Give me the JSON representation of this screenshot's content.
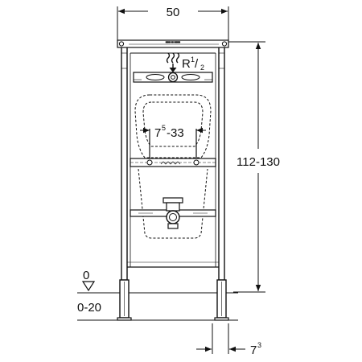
{
  "dimensions": {
    "width": {
      "value": "50"
    },
    "height_range": {
      "value": "112-130"
    },
    "spacing": {
      "main": "7",
      "sup": "5",
      "tail": "-33"
    },
    "pipe": {
      "main": "R",
      "num": "1",
      "sep": "/",
      "den": "2"
    },
    "offset": {
      "main": "7",
      "sup": "3"
    },
    "floor_zero": {
      "value": "0"
    },
    "floor_range": {
      "value": "0-20"
    }
  },
  "colors": {
    "line": "#111111",
    "fill": "#ffffff"
  },
  "icons": [
    "heat-wave-icon",
    "level-triangle-icon"
  ]
}
